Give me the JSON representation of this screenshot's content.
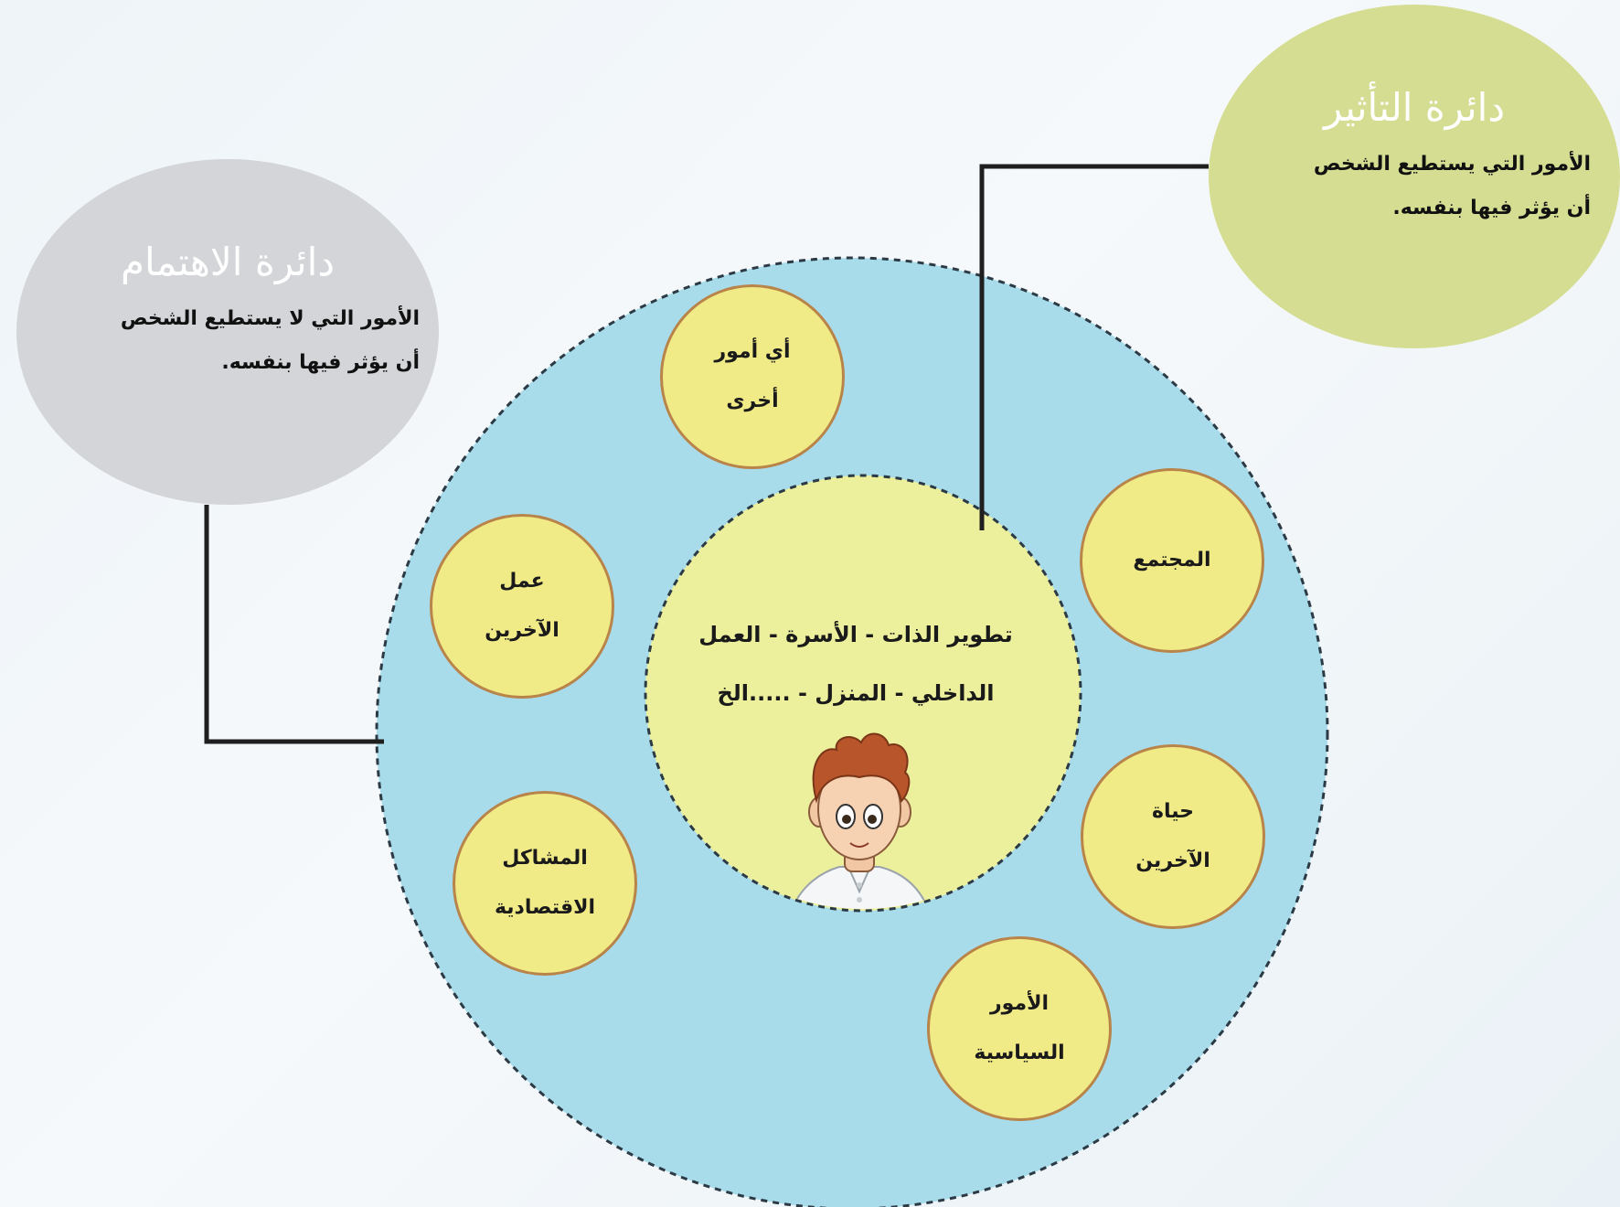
{
  "influence": {
    "title": "دائرة التأثير",
    "description": "الأمور التي يستطيع الشخص\nأن يؤثر فيها بنفسه."
  },
  "concern": {
    "title": "دائرة الاهتمام",
    "description": "الأمور التي لا يستطيع الشخص\nأن يؤثر فيها بنفسه."
  },
  "center": {
    "text": "تطوير الذات - الأسرة - العمل\nالداخلي - المنزل - .....الخ"
  },
  "concern_items": [
    {
      "label": "أي أمور\nأخرى"
    },
    {
      "label": "المجتمع"
    },
    {
      "label": "حياة\nالآخرين"
    },
    {
      "label": "الأمور\nالسياسية"
    },
    {
      "label": "المشاكل\nالاقتصادية"
    },
    {
      "label": "عمل\nالآخرين"
    }
  ],
  "colors": {
    "outer_circle": "#a9dceb",
    "inner_circle": "#ecef9b",
    "item_circle": "#f0ea87",
    "item_border": "#b9844a",
    "influence_blob": "#d5dd92",
    "concern_blob": "#d3d5d8",
    "connector": "#1f1f1f"
  }
}
